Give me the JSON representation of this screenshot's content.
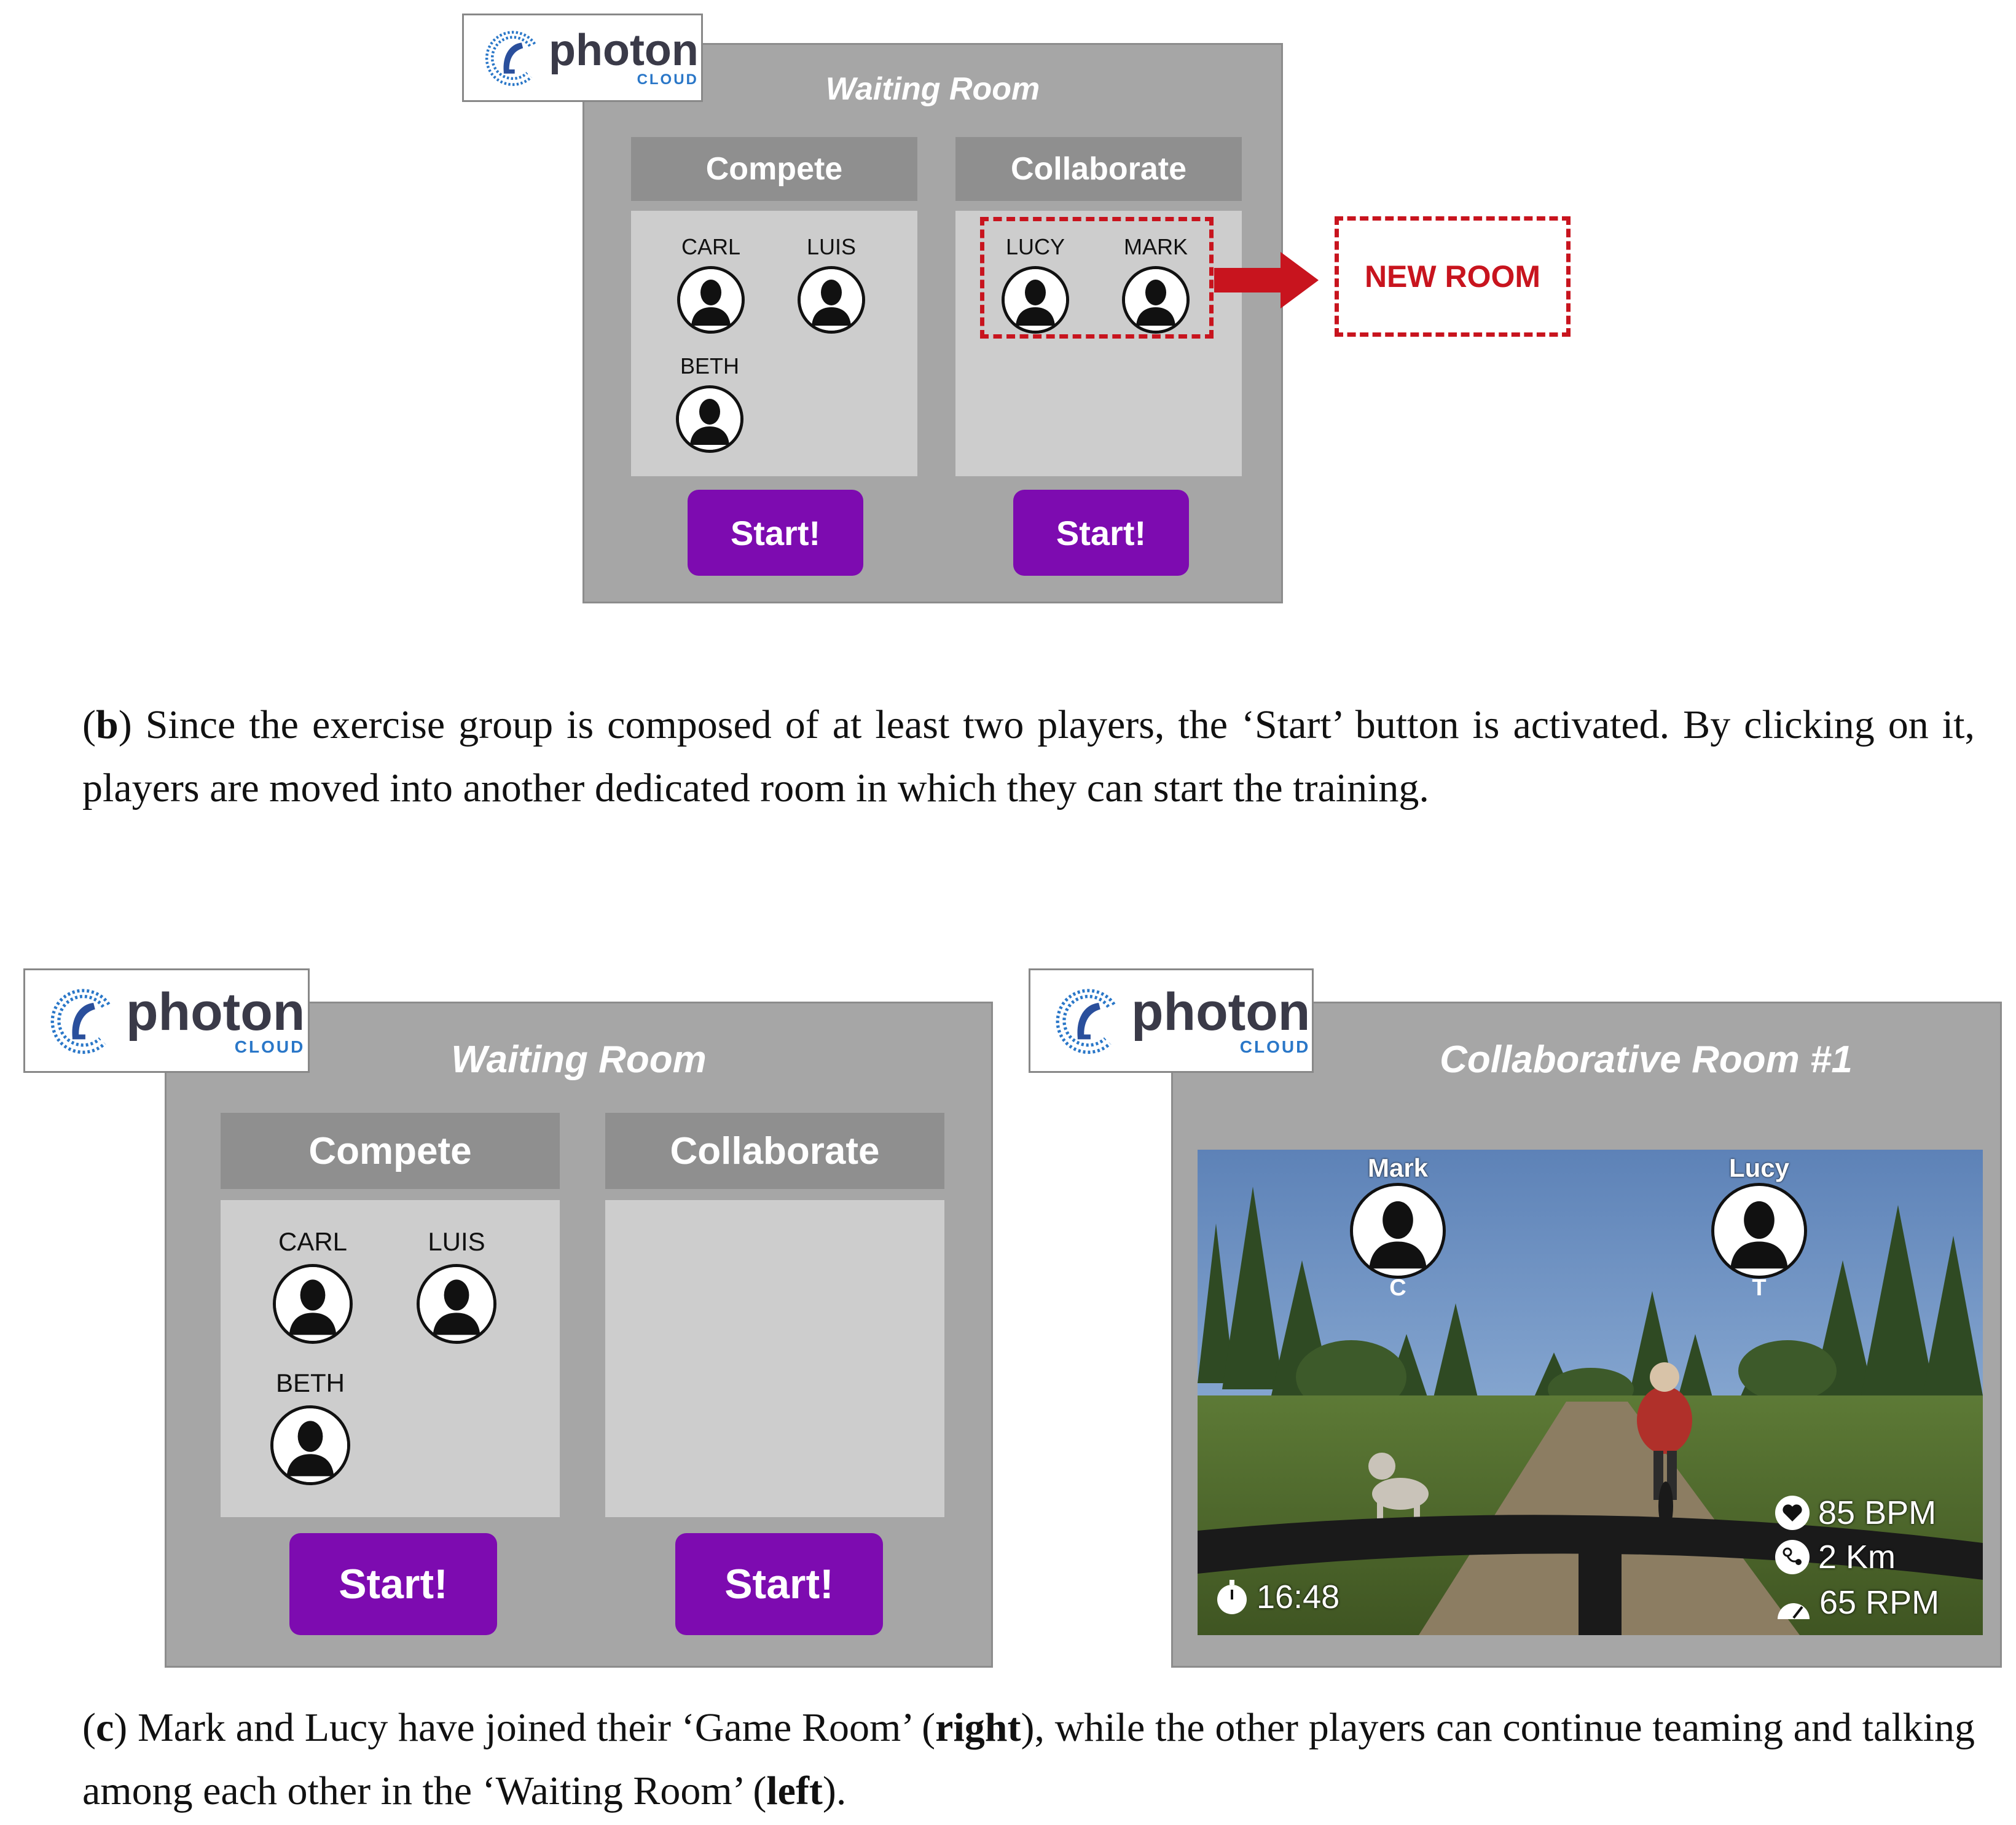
{
  "logo": {
    "text": "photon",
    "sub": "CLOUD"
  },
  "figure_b": {
    "title": "Waiting Room",
    "compete": {
      "header": "Compete",
      "players": [
        "CARL",
        "LUIS",
        "BETH"
      ],
      "start_label": "Start!"
    },
    "collaborate": {
      "header": "Collaborate",
      "players": [
        "LUCY",
        "MARK"
      ],
      "start_label": "Start!"
    },
    "new_room_label": "NEW ROOM",
    "caption": {
      "label": "b",
      "text": "Since the exercise group is composed of at least two players, the ‘Start’ button is activated. By clicking on it, players are moved into another dedicated room in which they can start the training."
    }
  },
  "figure_c_left": {
    "title": "Waiting Room",
    "compete": {
      "header": "Compete",
      "players": [
        "CARL",
        "LUIS",
        "BETH"
      ],
      "start_label": "Start!"
    },
    "collaborate": {
      "header": "Collaborate",
      "players": [],
      "start_label": "Start!"
    }
  },
  "figure_c_right": {
    "title": "Collaborative Room #1",
    "players": [
      {
        "name": "Mark",
        "tag": "C"
      },
      {
        "name": "Lucy",
        "tag": "T"
      }
    ],
    "stats": {
      "heart_rate": "85 BPM",
      "distance": "2 Km",
      "cadence": "65 RPM",
      "timer": "16:48"
    }
  },
  "caption_c": {
    "label": "c",
    "part1": "Mark and Lucy have joined their ‘Game Room’ (",
    "right": "right",
    "part2": "), while the other players can continue teaming and talking among each other in the ‘Waiting Room’ (",
    "left": "left",
    "part3": ")."
  }
}
